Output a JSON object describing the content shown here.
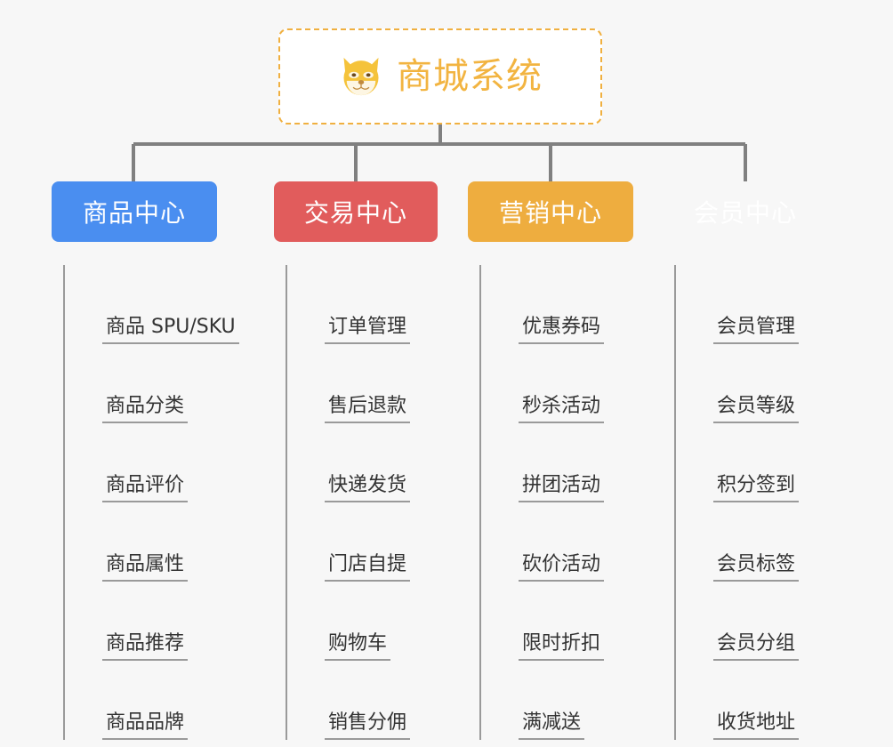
{
  "root": {
    "title": "商城系统",
    "icon": "shiba-dog-face-icon",
    "border_color": "#f0b040",
    "text_color": "#f2b441",
    "background": "#ffffff"
  },
  "page": {
    "background": "#f7f7f7",
    "connector_color": "#808080",
    "leaf_line_color": "#9a9a9a",
    "leaf_text_color": "#333333"
  },
  "columns": [
    {
      "title": "商品中心",
      "color": "#4a8ef0",
      "items": [
        "商品 SPU/SKU",
        "商品分类",
        "商品评价",
        "商品属性",
        "商品推荐",
        "商品品牌"
      ]
    },
    {
      "title": "交易中心",
      "color": "#e15c5c",
      "items": [
        "订单管理",
        "售后退款",
        "快递发货",
        "门店自提",
        "购物车",
        "销售分佣"
      ]
    },
    {
      "title": "营销中心",
      "color": "#eead3f",
      "items": [
        "优惠券码",
        "秒杀活动",
        "拼团活动",
        "砍价活动",
        "限时折扣",
        "满减送"
      ]
    },
    {
      "title": "会员中心",
      "color": "#77c council",
      "items": [
        "会员管理",
        "会员等级",
        "积分签到",
        "会员标签",
        "会员分组",
        "收货地址"
      ]
    }
  ]
}
